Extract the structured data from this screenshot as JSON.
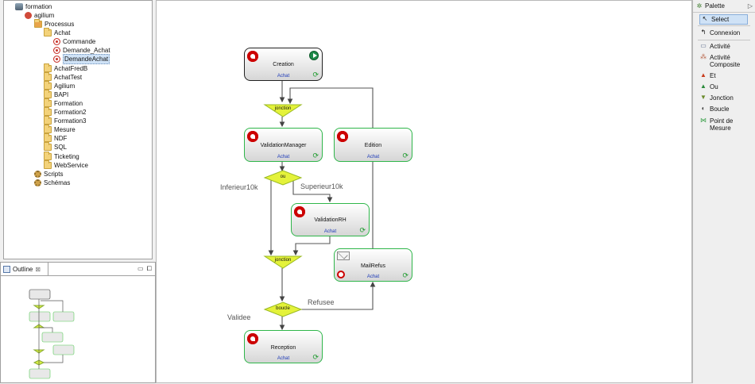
{
  "tree": [
    {
      "label": "formation",
      "icon": "database-icon",
      "indent": 0
    },
    {
      "label": "agilium",
      "icon": "project-icon",
      "indent": 1
    },
    {
      "label": "Processus",
      "icon": "process-folder-icon",
      "indent": 2
    },
    {
      "label": "Achat",
      "icon": "folder-icon",
      "indent": 3
    },
    {
      "label": "Commande",
      "icon": "process-icon",
      "indent": 4
    },
    {
      "label": "Demande_Achat",
      "icon": "process-icon",
      "indent": 4
    },
    {
      "label": "DemandeAchat",
      "icon": "process-icon",
      "indent": 4,
      "selected": true
    },
    {
      "label": "AchatFredB",
      "icon": "folder-icon",
      "indent": 3
    },
    {
      "label": "AchatTest",
      "icon": "folder-icon",
      "indent": 3
    },
    {
      "label": "Agilium",
      "icon": "folder-icon",
      "indent": 3
    },
    {
      "label": "BAPI",
      "icon": "folder-icon",
      "indent": 3
    },
    {
      "label": "Formation",
      "icon": "folder-icon",
      "indent": 3
    },
    {
      "label": "Formation2",
      "icon": "folder-icon",
      "indent": 3
    },
    {
      "label": "Formation3",
      "icon": "folder-icon",
      "indent": 3
    },
    {
      "label": "Mesure",
      "icon": "folder-icon",
      "indent": 3
    },
    {
      "label": "NDF",
      "icon": "folder-icon",
      "indent": 3
    },
    {
      "label": "SQL",
      "icon": "folder-icon",
      "indent": 3
    },
    {
      "label": "Ticketing",
      "icon": "folder-icon",
      "indent": 3
    },
    {
      "label": "WebService",
      "icon": "folder-icon",
      "indent": 3
    },
    {
      "label": "Scripts",
      "icon": "cog-icon",
      "indent": 2
    },
    {
      "label": "Schémas",
      "icon": "cog-icon",
      "indent": 2
    }
  ],
  "outline": {
    "title": "Outline",
    "close": "⊠",
    "minimize": "▭",
    "maximize": "⧠"
  },
  "diagram": {
    "nodes": {
      "creation": {
        "label": "Creation",
        "type": "Achat"
      },
      "validation_manager": {
        "label": "ValidationManager",
        "type": "Achat"
      },
      "edition": {
        "label": "Edition",
        "type": "Achat"
      },
      "validation_rh": {
        "label": "ValidationRH",
        "type": "Achat"
      },
      "mail_refus": {
        "label": "MailRefus",
        "type": "Achat"
      },
      "reception": {
        "label": "Reception",
        "type": "Achat"
      }
    },
    "gates": {
      "jonction1": "jonction",
      "ou": "ou",
      "jonction2": "jonction",
      "boucle": "boucle"
    },
    "edge_labels": {
      "inferieur": "Inferieur10k",
      "superieur": "Superieur10k",
      "refusee": "Refusee",
      "validee": "Validee"
    }
  },
  "palette": {
    "title": "Palette",
    "items": [
      {
        "label": "Select",
        "icon": "select-icon",
        "selected": true
      },
      {
        "label": "Connexion",
        "icon": "connexion-icon"
      },
      {
        "label": "Activité",
        "icon": "activite-icon"
      },
      {
        "label": "Activité Composite",
        "icon": "activite-composite-icon"
      },
      {
        "label": "Et",
        "icon": "et-icon"
      },
      {
        "label": "Ou",
        "icon": "ou-icon"
      },
      {
        "label": "Jonction",
        "icon": "jonction-icon"
      },
      {
        "label": "Boucle",
        "icon": "boucle-icon"
      },
      {
        "label": "Point de Mesure",
        "icon": "point-de-mesure-icon"
      }
    ]
  }
}
